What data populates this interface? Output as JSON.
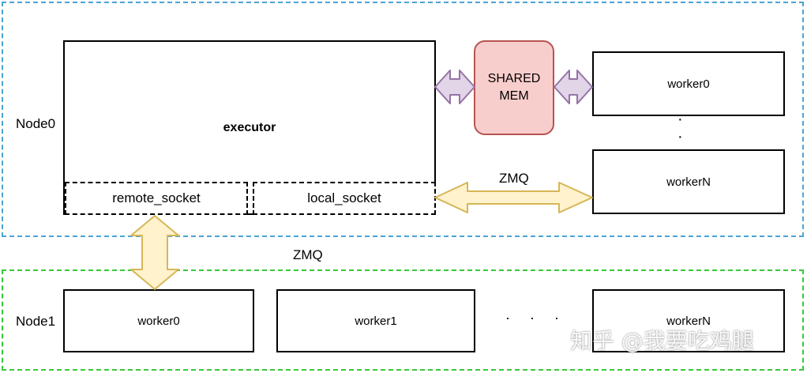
{
  "node0": {
    "label": "Node0"
  },
  "node1": {
    "label": "Node1"
  },
  "executor": {
    "title": "executor",
    "remote_socket": "remote_socket",
    "local_socket": "local_socket"
  },
  "shared_mem": {
    "line1": "SHARED",
    "line2": "MEM"
  },
  "node0_workers": {
    "worker0": "worker0",
    "workerN": "workerN",
    "vertical_dots": "·\n·"
  },
  "node1_workers": {
    "worker0": "worker0",
    "worker1": "worker1",
    "workerN": "workerN",
    "ellipsis": "· · ·"
  },
  "zmq_local": "ZMQ",
  "zmq_remote": "ZMQ",
  "colors": {
    "node0_border": "#4aa3d6",
    "node1_border": "#38c83a",
    "shared_fill": "#f8cecc",
    "shared_border": "#b85450",
    "mem_arrow_fill": "#e1d5e7",
    "mem_arrow_stroke": "#9673a6",
    "zmq_arrow_fill": "#fff2cc",
    "zmq_arrow_stroke": "#d6b656"
  },
  "watermark": "知乎 @我要吃鸡腿"
}
